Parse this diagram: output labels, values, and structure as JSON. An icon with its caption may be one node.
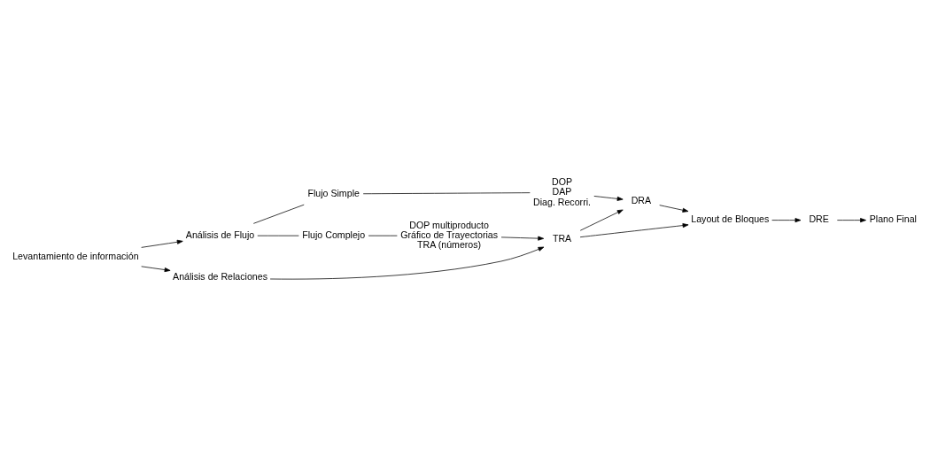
{
  "diagram": {
    "nodes": [
      {
        "text": [
          "Levantamiento de información"
        ]
      },
      {
        "text": [
          "Análisis de Flujo"
        ]
      },
      {
        "text": [
          "Flujo Simple"
        ]
      },
      {
        "text": [
          "DOP",
          "DAP",
          "Diag. Recorri."
        ]
      },
      {
        "text": [
          "Flujo Complejo"
        ]
      },
      {
        "text": [
          "DOP multiproducto",
          "Gráfico de Trayectorias",
          "TRA (números)"
        ]
      },
      {
        "text": [
          "DRA"
        ]
      },
      {
        "text": [
          "TRA"
        ]
      },
      {
        "text": [
          "Layout de Bloques"
        ]
      },
      {
        "text": [
          "DRE"
        ]
      },
      {
        "text": [
          "Plano Final"
        ]
      },
      {
        "text": [
          "Análisis de Relaciones"
        ]
      }
    ],
    "edges": [
      {
        "from": 0,
        "to": 1,
        "arrow": "to"
      },
      {
        "from": 0,
        "to": 11,
        "arrow": "to"
      },
      {
        "from": 1,
        "to": 2,
        "arrow": "none"
      },
      {
        "from": 1,
        "to": 4,
        "arrow": "none"
      },
      {
        "from": 2,
        "to": 3,
        "arrow": "none"
      },
      {
        "from": 4,
        "to": 5,
        "arrow": "none"
      },
      {
        "from": 3,
        "to": 6,
        "arrow": "to"
      },
      {
        "from": 5,
        "to": 7,
        "arrow": "to"
      },
      {
        "from": 7,
        "to": 6,
        "arrow": "to"
      },
      {
        "from": 7,
        "to": 8,
        "arrow": "to"
      },
      {
        "from": 6,
        "to": 8,
        "arrow": "to"
      },
      {
        "from": 11,
        "to": 7,
        "arrow": "to"
      },
      {
        "from": 8,
        "to": 9,
        "arrow": "to"
      },
      {
        "from": 9,
        "to": 10,
        "arrow": "to"
      }
    ]
  }
}
